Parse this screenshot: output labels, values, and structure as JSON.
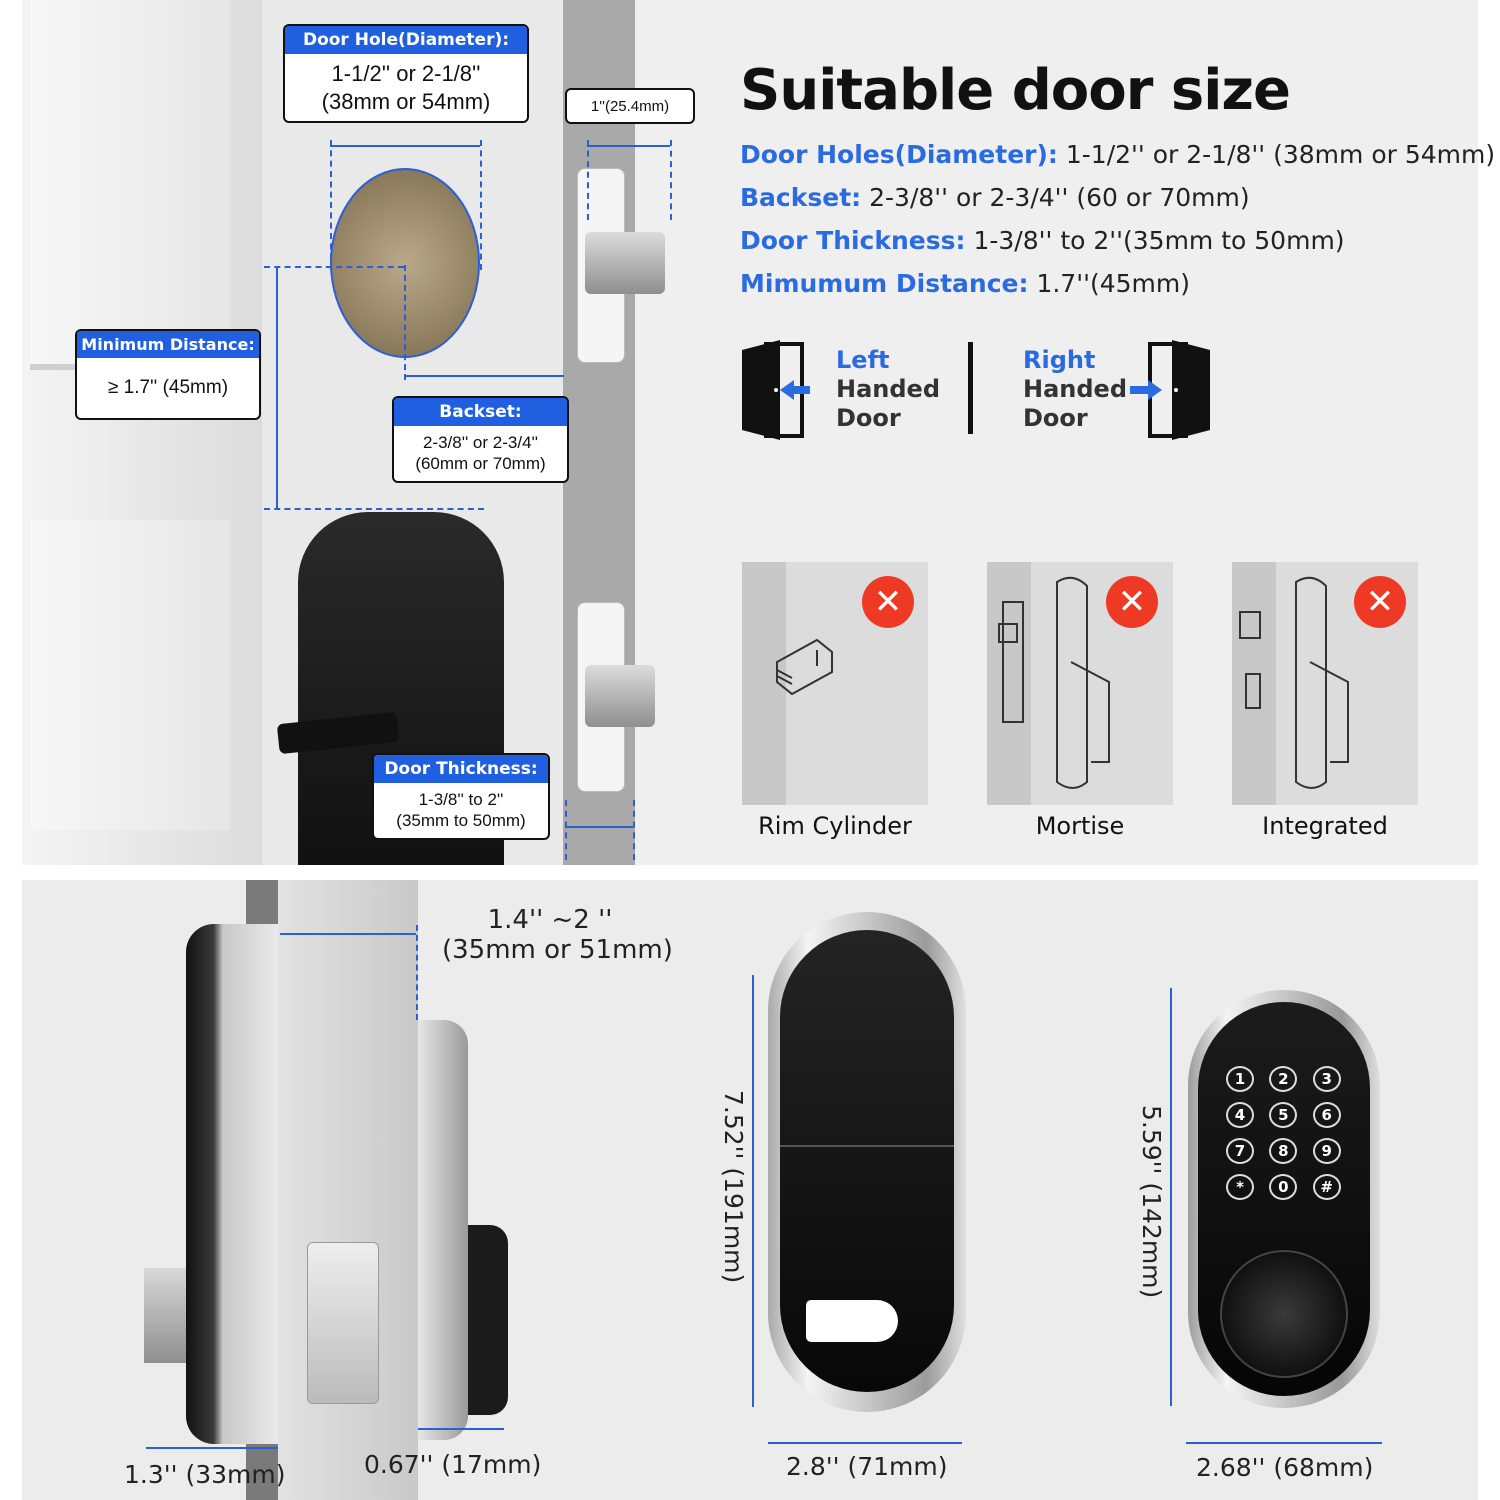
{
  "header": {
    "title": "Suitable door size"
  },
  "specs": [
    {
      "key": "Door Holes(Diameter):",
      "value": "1-1/2'' or 2-1/8'' (38mm or 54mm)"
    },
    {
      "key": "Backset:",
      "value": "2-3/8'' or 2-3/4'' (60 or 70mm)"
    },
    {
      "key": "Door Thickness:",
      "value": "1-3/8''  to 2''(35mm to 50mm)"
    },
    {
      "key": "Mimumum Distance:",
      "value": "1.7''(45mm)"
    }
  ],
  "handing": {
    "left": {
      "line1": "Left",
      "line2": "Handed",
      "line3": "Door"
    },
    "right": {
      "line1": "Right",
      "line2": "Handed",
      "line3": "Door"
    }
  },
  "incompatible": [
    {
      "label": "Rim Cylinder",
      "icon": "rim-cylinder-icon"
    },
    {
      "label": "Mortise",
      "icon": "mortise-icon"
    },
    {
      "label": "Integrated",
      "icon": "integrated-icon"
    }
  ],
  "callouts": {
    "door_hole": {
      "head": "Door Hole(Diameter):",
      "line1": "1-1/2'' or 2-1/8''",
      "line2": "(38mm or 54mm)"
    },
    "edge": {
      "text": "1''(25.4mm)"
    },
    "min_distance": {
      "head": "Minimum Distance:",
      "line1": "≥ 1.7'' (45mm)"
    },
    "backset": {
      "head": "Backset:",
      "line1": "2-3/8'' or 2-3/4''",
      "line2": "(60mm or 70mm)"
    },
    "thickness": {
      "head": "Door Thickness:",
      "line1": "1-3/8'' to 2''",
      "line2": "(35mm to 50mm)"
    }
  },
  "dimensions": {
    "door_range_line1": "1.4'' ~2 ''",
    "door_range_line2": "(35mm or 51mm)",
    "inner_depth": "1.3'' (33mm)",
    "outer_depth": "0.67'' (17mm)",
    "inner_height": "7.52'' (191mm)",
    "inner_width": "2.8'' (71mm)",
    "outer_height": "5.59'' (142mm)",
    "outer_width": "2.68'' (68mm)"
  },
  "keypad": [
    "1",
    "2",
    "3",
    "4",
    "5",
    "6",
    "7",
    "8",
    "9",
    "*",
    "0",
    "#"
  ],
  "colors": {
    "accent": "#1f5fe0",
    "error": "#ee3a25"
  }
}
